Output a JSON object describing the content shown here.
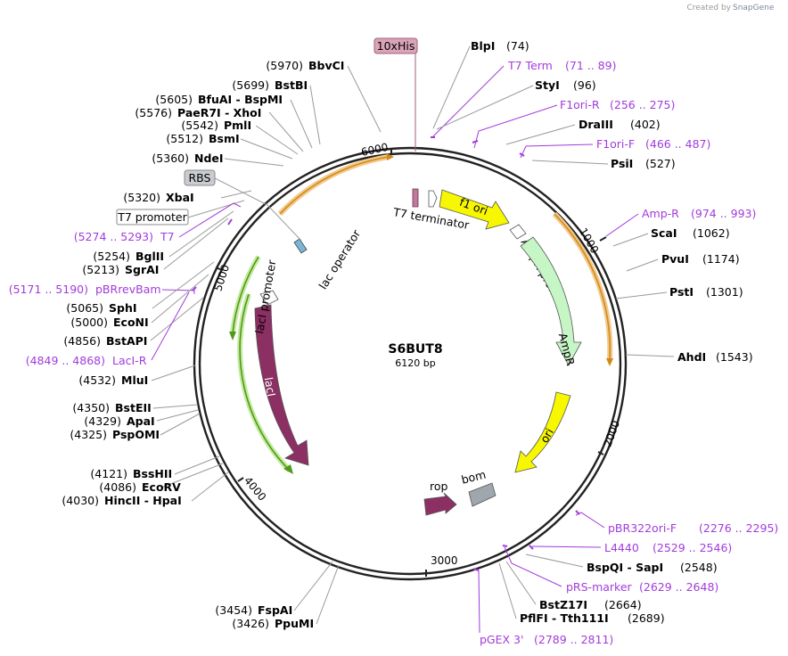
{
  "credit": {
    "text": "Created by",
    "brand": "SnapGene"
  },
  "plasmid": {
    "name": "S6BUT8",
    "size_label": "6120 bp"
  },
  "ticks": [
    "1000",
    "2000",
    "3000",
    "4000",
    "5000",
    "6000"
  ],
  "features_labels": {
    "t7_terminator": "T7 terminator",
    "f1_ori": "f1 ori",
    "ampr_promoter": "AmpR promoter",
    "ampr": "AmpR",
    "ori": "ori",
    "rop": "rop",
    "bom": "bom",
    "laci": "lacI",
    "laci_promoter": "lacI promoter",
    "lac_operator": "lac operator"
  },
  "boxed_labels": {
    "his": "10xHis",
    "rbs": "RBS",
    "t7_promoter": "T7 promoter"
  },
  "sites_right": [
    {
      "name": "BlpI",
      "pos": "(74)"
    },
    {
      "name": "T7 Term",
      "pos": "(71 .. 89)",
      "primer": true
    },
    {
      "name": "StyI",
      "pos": "(96)"
    },
    {
      "name": "F1ori-R",
      "pos": "(256 .. 275)",
      "primer": true
    },
    {
      "name": "DraIII",
      "pos": "(402)"
    },
    {
      "name": "F1ori-F",
      "pos": "(466 .. 487)",
      "primer": true
    },
    {
      "name": "PsiI",
      "pos": "(527)"
    },
    {
      "name": "Amp-R",
      "pos": "(974 .. 993)",
      "primer": true
    },
    {
      "name": "ScaI",
      "pos": "(1062)"
    },
    {
      "name": "PvuI",
      "pos": "(1174)"
    },
    {
      "name": "PstI",
      "pos": "(1301)"
    },
    {
      "name": "AhdI",
      "pos": "(1543)"
    },
    {
      "name": "pBR322ori-F",
      "pos": "(2276 .. 2295)",
      "primer": true
    },
    {
      "name": "L4440",
      "pos": "(2529 .. 2546)",
      "primer": true
    },
    {
      "name": "BspQI - SapI",
      "pos": "(2548)"
    },
    {
      "name": "pRS-marker",
      "pos": "(2629 .. 2648)",
      "primer": true
    },
    {
      "name": "BstZ17I",
      "pos": "(2664)"
    },
    {
      "name": "PflFI - Tth111I",
      "pos": "(2689)"
    },
    {
      "name": "pGEX 3'",
      "pos": "(2789 .. 2811)",
      "primer": true
    }
  ],
  "sites_left": [
    {
      "name": "BbvCI",
      "pos": "(5970)"
    },
    {
      "name": "BstBI",
      "pos": "(5699)"
    },
    {
      "name": "BfuAI - BspMI",
      "pos": "(5605)"
    },
    {
      "name": "PaeR7I - XhoI",
      "pos": "(5576)"
    },
    {
      "name": "PmlI",
      "pos": "(5542)"
    },
    {
      "name": "BsmI",
      "pos": "(5512)"
    },
    {
      "name": "NdeI",
      "pos": "(5360)"
    },
    {
      "name": "XbaI",
      "pos": "(5320)"
    },
    {
      "name": "T7",
      "pos": "(5274 .. 5293)",
      "primer": true
    },
    {
      "name": "BglII",
      "pos": "(5254)"
    },
    {
      "name": "SgrAI",
      "pos": "(5213)"
    },
    {
      "name": "pBRrevBam",
      "pos": "(5171 .. 5190)",
      "primer": true
    },
    {
      "name": "SphI",
      "pos": "(5065)"
    },
    {
      "name": "EcoNI",
      "pos": "(5000)"
    },
    {
      "name": "BstAPI",
      "pos": "(4856)"
    },
    {
      "name": "LacI-R",
      "pos": "(4849 .. 4868)",
      "primer": true
    },
    {
      "name": "MluI",
      "pos": "(4532)"
    },
    {
      "name": "BstEII",
      "pos": "(4350)"
    },
    {
      "name": "ApaI",
      "pos": "(4329)"
    },
    {
      "name": "PspOMI",
      "pos": "(4325)"
    },
    {
      "name": "BssHII",
      "pos": "(4121)"
    },
    {
      "name": "EcoRV",
      "pos": "(4086)"
    },
    {
      "name": "HincII - HpaI",
      "pos": "(4030)"
    },
    {
      "name": "FspAI",
      "pos": "(3454)"
    },
    {
      "name": "PpuMI",
      "pos": "(3426)"
    }
  ],
  "colors": {
    "backbone": "#222222",
    "primer": "#a23bdb",
    "orf_orange": "#e8a040",
    "orf_green": "#7cc43a",
    "f1_ori": "#f7f700",
    "ori": "#f7f700",
    "ampr": "#c6f5c6",
    "laci": "#8c2f63",
    "bom": "#a0a6ad"
  }
}
